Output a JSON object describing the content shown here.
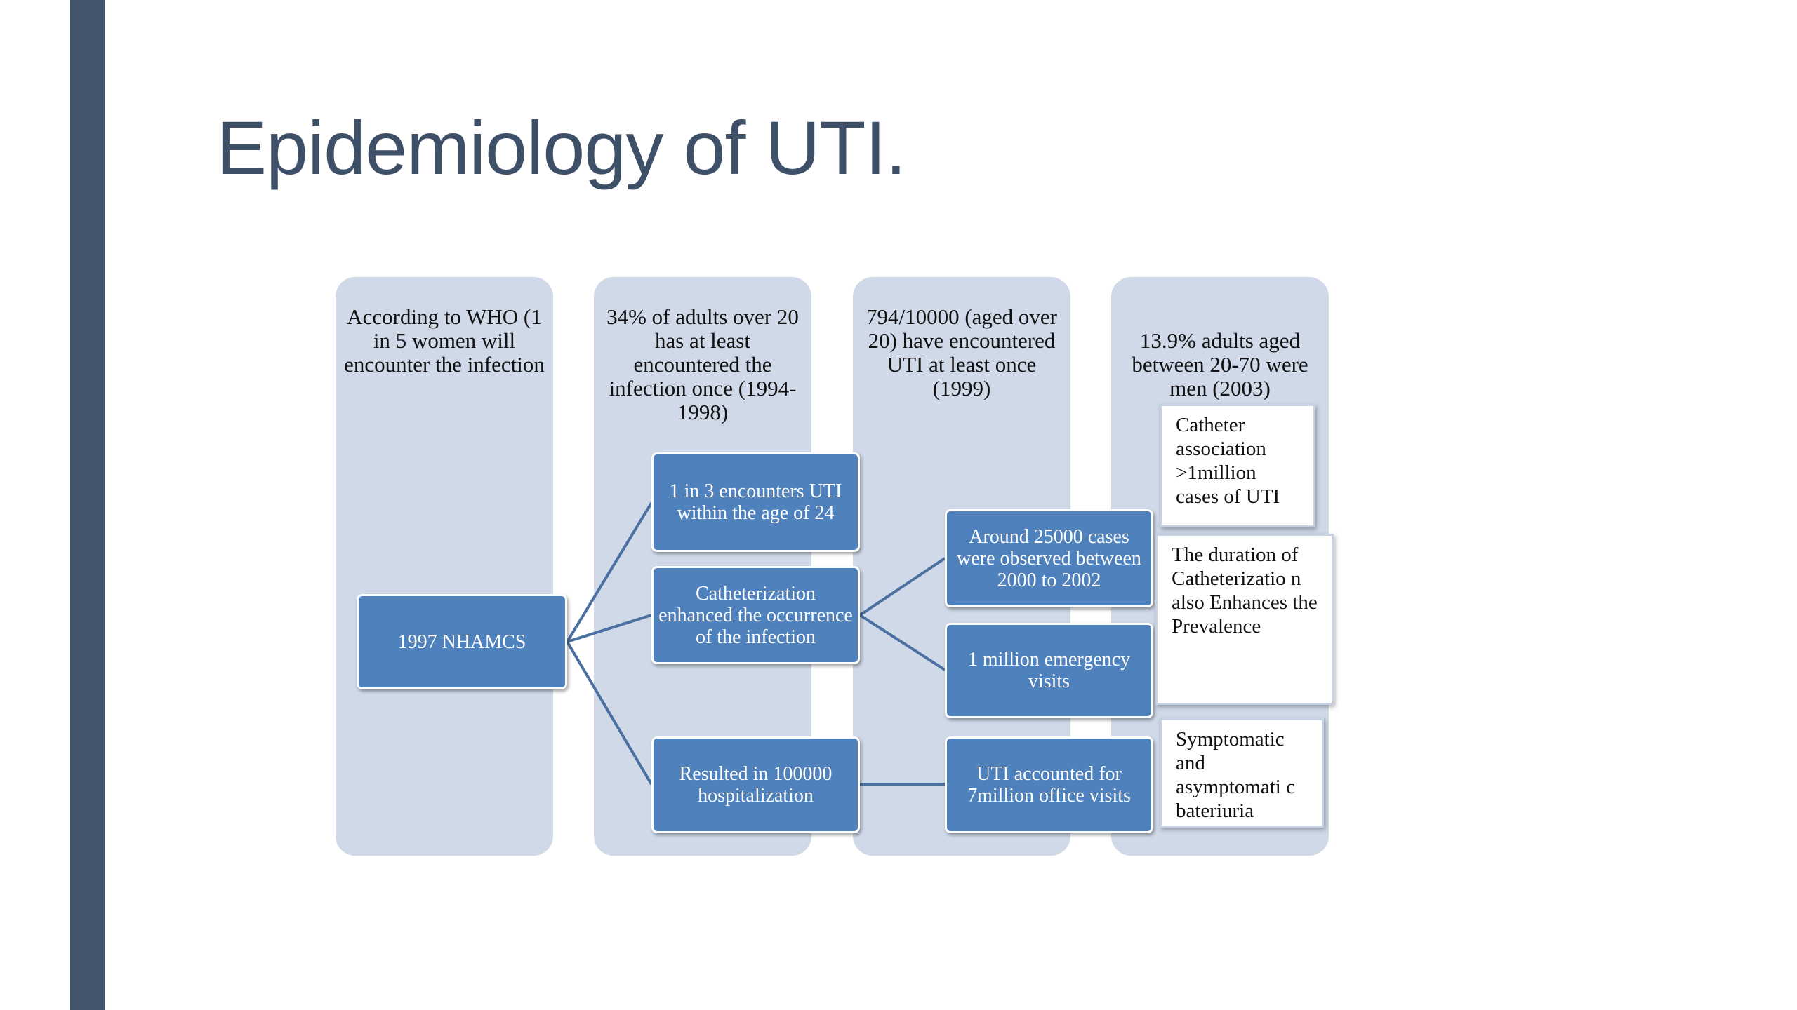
{
  "slide": {
    "title": "Epidemiology of UTI."
  },
  "columns": [
    {
      "label": "According to WHO (1 in 5 women will encounter the infection"
    },
    {
      "label": "34% of adults over 20 has at least encountered the infection once (1994-1998)"
    },
    {
      "label": "794/10000 (aged over 20) have encountered UTI at least once (1999)"
    },
    {
      "label": "13.9% adults aged between 20-70 were men (2003)"
    }
  ],
  "nodes": {
    "root": "1997 NHAMCS",
    "encounters": "1 in 3 encounters UTI within the age of 24",
    "catheterization": "Catheterization enhanced the occurrence of the infection",
    "hospitalization": "Resulted in 100000 hospitalization",
    "cases_observed": "Around 25000 cases were observed between 2000 to 2002",
    "emergency_visits": "1 million emergency visits",
    "office_visits": "UTI accounted for 7million office visits"
  },
  "notes": {
    "catheter_association": "Catheter association >1million cases of UTI",
    "duration": "The duration of Catheterizatio n also Enhances the Prevalence",
    "bateriuria": "Symptomatic and asymptomati c bateriuria"
  },
  "colors": {
    "sidebar": "#44546a",
    "title": "#3e5068",
    "column_fill": "#cfd9e8",
    "node_fill": "#4f81bd",
    "connector": "#4a6fa0"
  }
}
